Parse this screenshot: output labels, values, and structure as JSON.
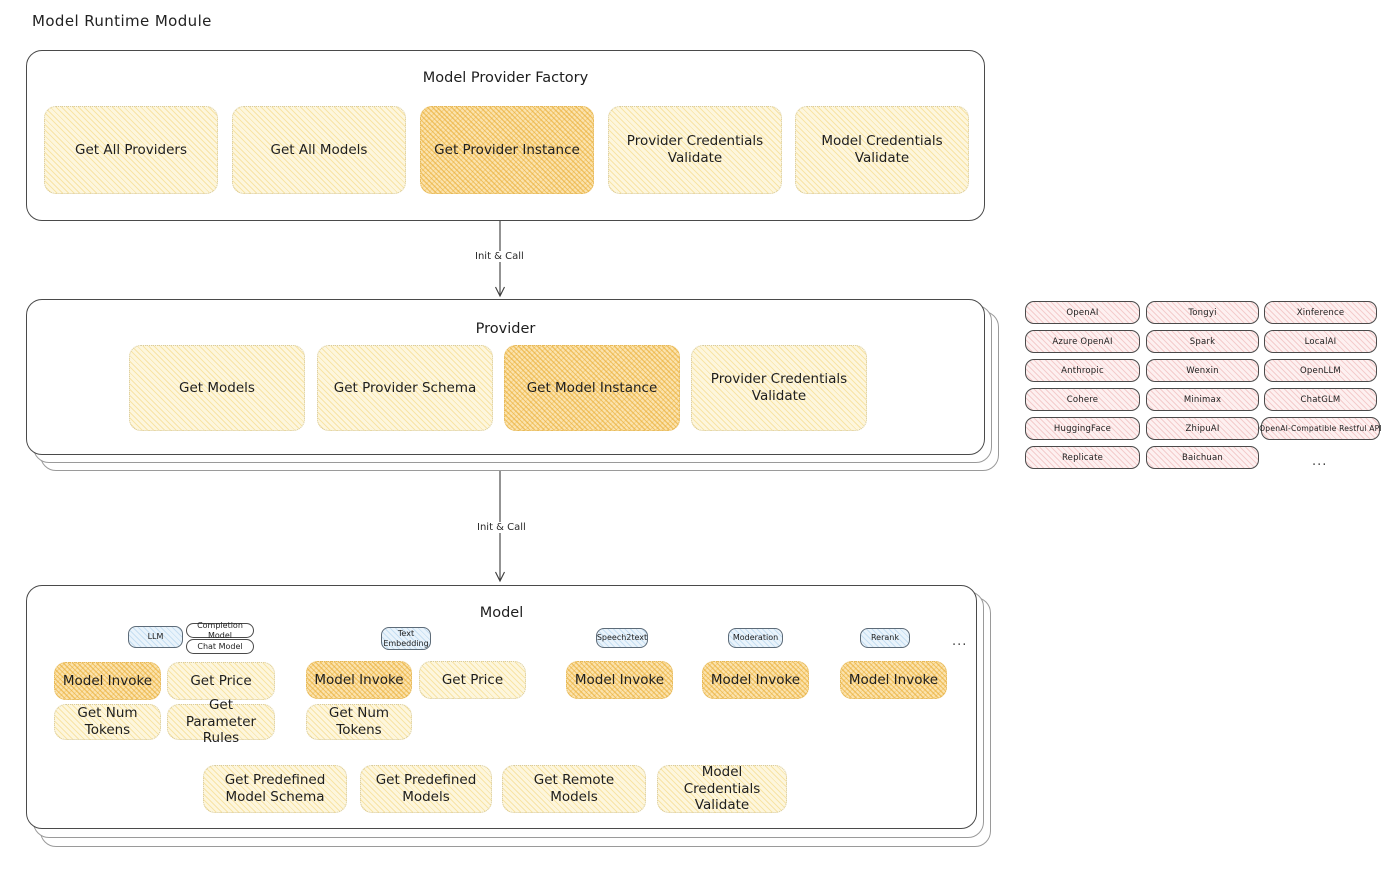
{
  "page": {
    "title": "Model Runtime Module",
    "background": "#ffffff",
    "accent_yellow": "#fdf6dd",
    "accent_yellow_highlight": "#fbe3ae",
    "accent_pink": "#fdf0f0",
    "accent_blue": "#e9f3fb",
    "ellipsis": "..."
  },
  "factory": {
    "title": "Model Provider Factory",
    "nodes": [
      {
        "label": "Get All Providers",
        "highlight": false
      },
      {
        "label": "Get All Models",
        "highlight": false
      },
      {
        "label": "Get Provider Instance",
        "highlight": true
      },
      {
        "label": "Provider Credentials Validate",
        "highlight": false
      },
      {
        "label": "Model Credentials Validate",
        "highlight": false
      }
    ]
  },
  "arrows": [
    {
      "label": "Init & Call",
      "from": "Model Provider Factory",
      "to": "Provider"
    },
    {
      "label": "Init & Call",
      "from": "Provider",
      "to": "Model"
    }
  ],
  "provider": {
    "title": "Provider",
    "nodes": [
      {
        "label": "Get Models",
        "highlight": false
      },
      {
        "label": "Get Provider Schema",
        "highlight": false
      },
      {
        "label": "Get Model Instance",
        "highlight": true
      },
      {
        "label": "Provider Credentials Validate",
        "highlight": false
      }
    ]
  },
  "provider_list": {
    "columns": [
      [
        "OpenAI",
        "Azure OpenAI",
        "Anthropic",
        "Cohere",
        "HuggingFace",
        "Replicate"
      ],
      [
        "Tongyi",
        "Spark",
        "Wenxin",
        "Minimax",
        "ZhipuAI",
        "Baichuan"
      ],
      [
        "Xinference",
        "LocalAI",
        "OpenLLM",
        "ChatGLM",
        "OpenAI-Compatible Restful API"
      ]
    ],
    "more": "..."
  },
  "model": {
    "title": "Model",
    "more": "...",
    "types": [
      {
        "badge": "LLM",
        "badge_style": "blue",
        "sub_badges": [
          "Completion Model",
          "Chat Model"
        ],
        "methods": [
          {
            "label": "Model Invoke",
            "highlight": true
          },
          {
            "label": "Get Price",
            "highlight": false
          },
          {
            "label": "Get Num Tokens",
            "highlight": false
          },
          {
            "label": "Get Parameter Rules",
            "highlight": false
          }
        ]
      },
      {
        "badge": "Text Embedding",
        "badge_style": "blue",
        "sub_badges": [],
        "methods": [
          {
            "label": "Model Invoke",
            "highlight": true
          },
          {
            "label": "Get Price",
            "highlight": false
          },
          {
            "label": "Get Num Tokens",
            "highlight": false
          }
        ]
      },
      {
        "badge": "Speech2text",
        "badge_style": "blue",
        "sub_badges": [],
        "methods": [
          {
            "label": "Model Invoke",
            "highlight": true
          }
        ]
      },
      {
        "badge": "Moderation",
        "badge_style": "blue",
        "sub_badges": [],
        "methods": [
          {
            "label": "Model Invoke",
            "highlight": true
          }
        ]
      },
      {
        "badge": "Rerank",
        "badge_style": "blue",
        "sub_badges": [],
        "methods": [
          {
            "label": "Model Invoke",
            "highlight": true
          }
        ]
      }
    ],
    "shared_methods": [
      {
        "label": "Get Predefined Model Schema"
      },
      {
        "label": "Get Predefined Models"
      },
      {
        "label": "Get Remote Models"
      },
      {
        "label": "Model Credentials Validate"
      }
    ]
  }
}
